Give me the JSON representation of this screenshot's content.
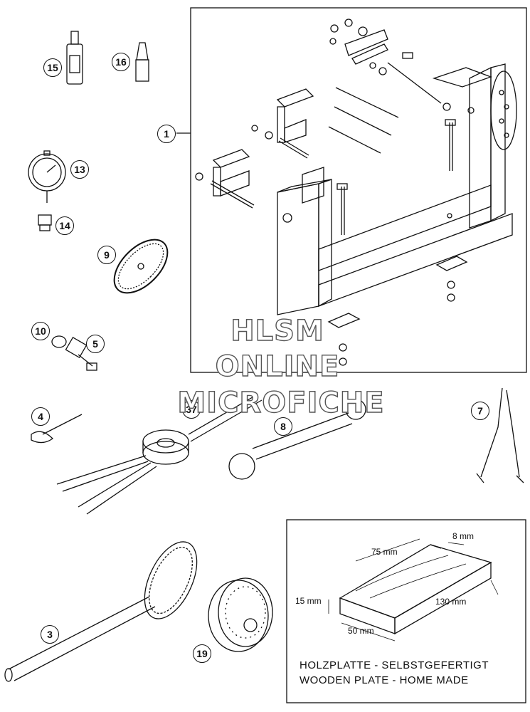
{
  "watermark": {
    "line1": "HLSM",
    "line2": "ONLINE",
    "line3": "MICROFICHE"
  },
  "callouts": {
    "c1": "1",
    "c3": "3",
    "c4": "4",
    "c5": "5",
    "c7": "7",
    "c8": "8",
    "c9": "9",
    "c10": "10",
    "c13": "13",
    "c14": "14",
    "c15": "15",
    "c16": "16",
    "c19": "19",
    "c37": "37"
  },
  "wood_plate": {
    "dim_8": "8 mm",
    "dim_75": "75 mm",
    "dim_15": "15 mm",
    "dim_130": "130 mm",
    "dim_50": "50 mm",
    "caption_de": "HOLZPLATTE - SELBSTGEFERTIGT",
    "caption_en": "WOODEN PLATE - HOME MADE"
  }
}
